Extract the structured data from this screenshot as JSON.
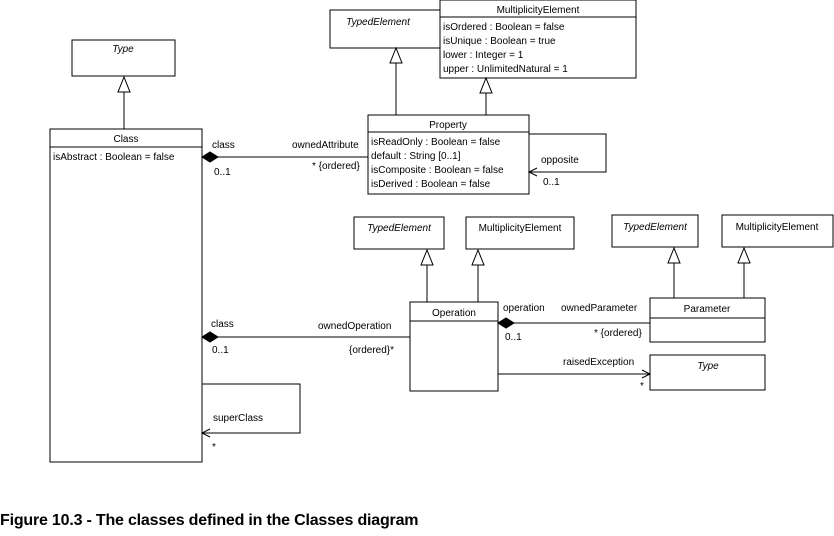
{
  "classes": {
    "type_top": {
      "name": "Type"
    },
    "typed_element_1": {
      "name": "TypedElement"
    },
    "multiplicity_element_1": {
      "name": "MultiplicityElement",
      "attributes": [
        "isOrdered : Boolean = false",
        "isUnique : Boolean = true",
        "lower : Integer = 1",
        "upper : UnlimitedNatural = 1"
      ]
    },
    "class": {
      "name": "Class",
      "attributes": [
        "isAbstract : Boolean = false"
      ]
    },
    "property": {
      "name": "Property",
      "attributes": [
        "isReadOnly : Boolean = false",
        "default : String [0..1]",
        "isComposite : Boolean = false",
        "isDerived : Boolean = false"
      ]
    },
    "typed_element_2": {
      "name": "TypedElement"
    },
    "multiplicity_element_2": {
      "name": "MultiplicityElement"
    },
    "typed_element_3": {
      "name": "TypedElement"
    },
    "multiplicity_element_3": {
      "name": "MultiplicityElement"
    },
    "operation": {
      "name": "Operation"
    },
    "parameter": {
      "name": "Parameter"
    },
    "type_bottom": {
      "name": "Type"
    }
  },
  "associations": {
    "owned_attribute": {
      "source_role": "class",
      "source_mult": "0..1",
      "target_role": "ownedAttribute",
      "target_mult": "* {ordered}"
    },
    "opposite": {
      "role": "opposite",
      "mult": "0..1"
    },
    "owned_operation": {
      "source_role": "class",
      "source_mult": "0..1",
      "target_role": "ownedOperation",
      "target_mult": "{ordered}*"
    },
    "owned_parameter": {
      "source_role": "operation",
      "source_mult": "0..1",
      "target_role": "ownedParameter",
      "target_mult": "* {ordered}"
    },
    "raised_exception": {
      "role": "raisedException",
      "mult": "*"
    },
    "super_class": {
      "role": "superClass",
      "mult": "*"
    }
  },
  "caption": "Figure 10.3 - The classes defined in the Classes diagram"
}
